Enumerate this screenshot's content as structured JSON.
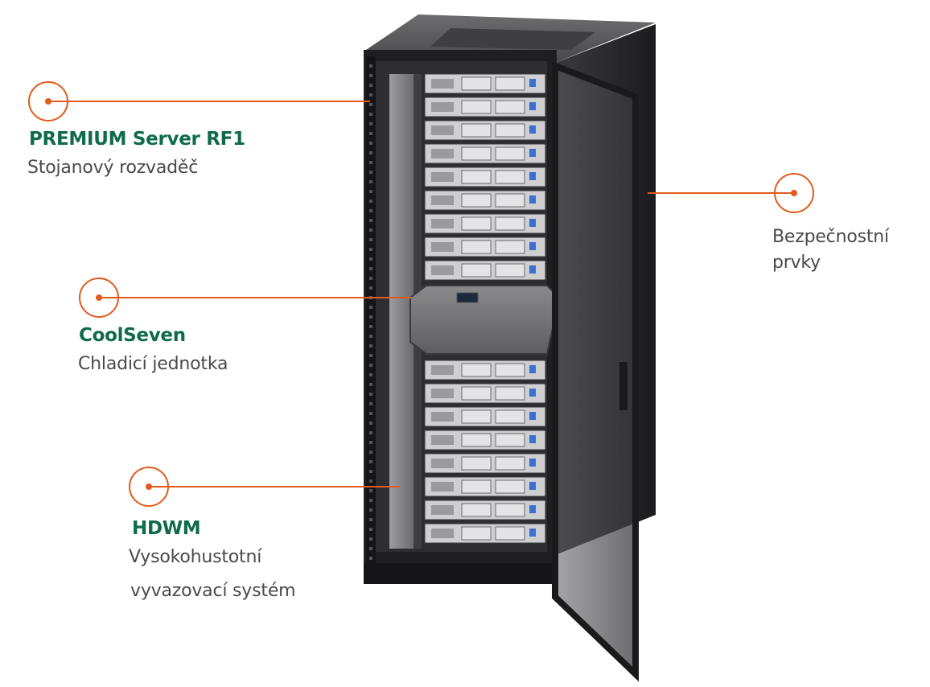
{
  "callouts": [
    {
      "id": "premium-server",
      "title": "PREMIUM Server RF1",
      "subtitle": "Stojanový rozvaděč"
    },
    {
      "id": "coolseven",
      "title": "CoolSeven",
      "subtitle": "Chladicí jednotka"
    },
    {
      "id": "hdwm",
      "title": "HDWM",
      "subtitle_line1": "Vysokohustotní",
      "subtitle_line2": "vyvazovací systém"
    },
    {
      "id": "security",
      "subtitle_line1": "Bezpečnostní",
      "subtitle_line2": "prvky"
    }
  ],
  "colors": {
    "accent": "#e25a1c",
    "title_green": "#0f6b4a",
    "text_gray": "#4a4a4a",
    "rack_dark": "#2a2a2c"
  },
  "icons": [
    "callout-marker-icon"
  ]
}
